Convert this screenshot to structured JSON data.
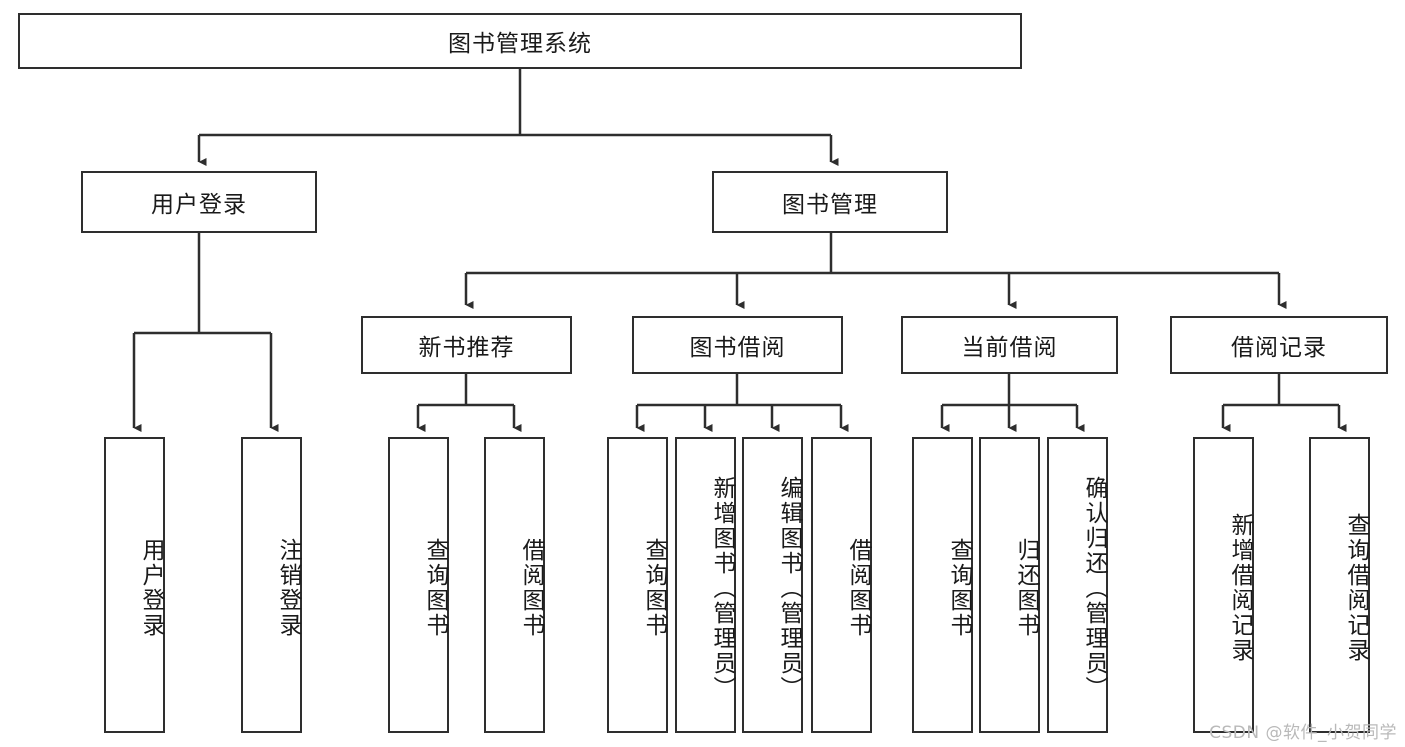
{
  "diagram": {
    "title": "图书管理系统",
    "type": "tree-hierarchy",
    "root": {
      "label": "图书管理系统"
    },
    "level2": [
      {
        "label": "用户登录"
      },
      {
        "label": "图书管理"
      }
    ],
    "level3": [
      {
        "label": "新书推荐"
      },
      {
        "label": "图书借阅"
      },
      {
        "label": "当前借阅"
      },
      {
        "label": "借阅记录"
      }
    ],
    "leaves": {
      "user_login": [
        {
          "label": "用户登录"
        },
        {
          "label": "注销登录"
        }
      ],
      "new_book_recommend": [
        {
          "label": "查询图书"
        },
        {
          "label": "借阅图书"
        }
      ],
      "book_borrow": [
        {
          "label": "查询图书"
        },
        {
          "label": "新增图书（管理员）"
        },
        {
          "label": "编辑图书（管理员）"
        },
        {
          "label": "借阅图书"
        }
      ],
      "current_borrow": [
        {
          "label": "查询图书"
        },
        {
          "label": "归还图书"
        },
        {
          "label": "确认归还（管理员）"
        }
      ],
      "borrow_record": [
        {
          "label": "新增借阅记录"
        },
        {
          "label": "查询借阅记录"
        }
      ]
    }
  },
  "watermark": {
    "text": "CSDN @软件_小贺同学"
  },
  "colors": {
    "stroke": "#2e2e2e",
    "background": "#ffffff",
    "text": "#1a1a1a",
    "watermark": "#b9b9b9"
  }
}
